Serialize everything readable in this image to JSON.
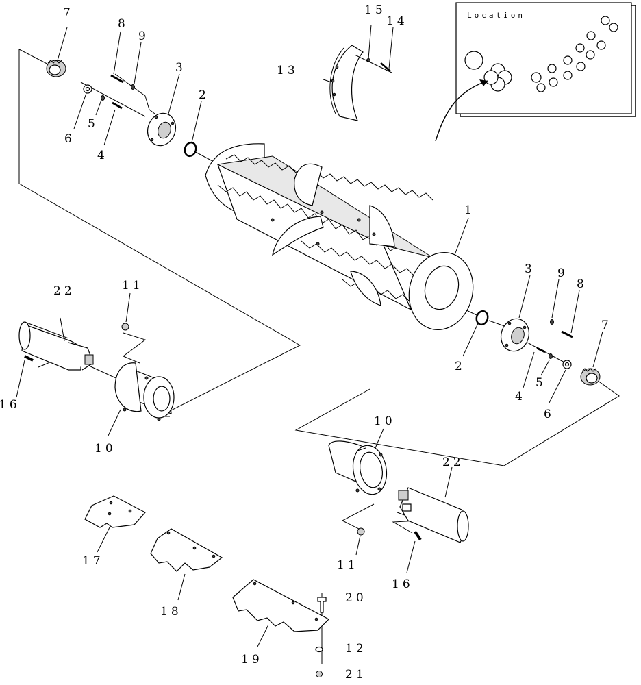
{
  "location_inset": {
    "title": "Location"
  },
  "callouts": {
    "c1": "1",
    "c2a": "2",
    "c2b": "2",
    "c3a": "3",
    "c3b": "3",
    "c4a": "4",
    "c4b": "4",
    "c5a": "5",
    "c5b": "5",
    "c6a": "6",
    "c6b": "6",
    "c7a": "7",
    "c7b": "7",
    "c8a": "8",
    "c8b": "8",
    "c9a": "9",
    "c9b": "9",
    "c10a": "10",
    "c10b": "10",
    "c11a": "11",
    "c11b": "11",
    "c12": "12",
    "c13": "13",
    "c14": "14",
    "c15": "15",
    "c16a": "16",
    "c16b": "16",
    "c17": "17",
    "c18": "18",
    "c19": "19",
    "c20": "20",
    "c21": "21",
    "c22a": "22",
    "c22b": "22"
  }
}
